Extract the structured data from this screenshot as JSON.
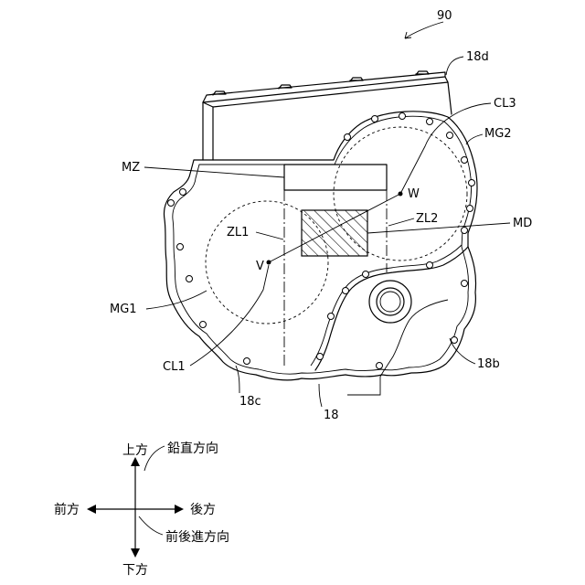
{
  "figure": {
    "number": "90",
    "labels": {
      "case_top": "18d",
      "cl3": "CL3",
      "mg2": "MG2",
      "mz": "MZ",
      "w": "W",
      "zl1": "ZL1",
      "zl2": "ZL2",
      "md": "MD",
      "v": "V",
      "mg1": "MG1",
      "cl1": "CL1",
      "case_rear": "18b",
      "case_front": "18c",
      "case": "18"
    }
  },
  "directions": {
    "up": "上方",
    "vertical_axis": "鉛直方向",
    "front": "前方",
    "rear": "後方",
    "longitudinal_axis": "前後進方向",
    "down": "下方"
  }
}
